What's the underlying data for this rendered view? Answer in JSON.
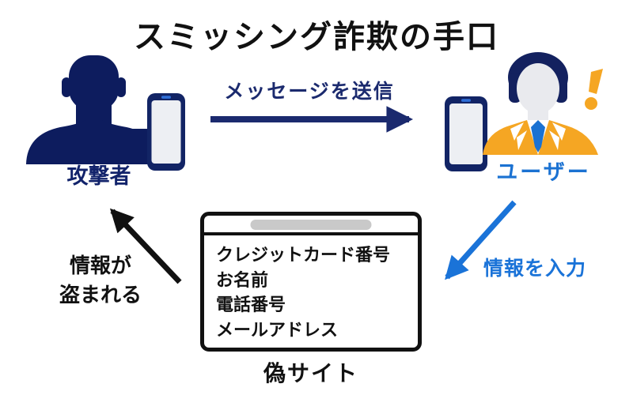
{
  "title": "スミッシング詐欺の手口",
  "colors": {
    "silhouette_navy": "#0d1c5e",
    "arrow_navy": "#1b2a6e",
    "accent_blue": "#1a73d8",
    "suit_orange": "#f5a623",
    "face_gray": "#e9eaee",
    "phone_screen": "#edeff3",
    "arrow_black": "#111111",
    "address_pill_gray": "#c9c9c9"
  },
  "attacker": {
    "label": "攻撃者"
  },
  "user": {
    "label": "ユーザー"
  },
  "flow": {
    "send_message": "メッセージを送信",
    "enter_info": "情報を入力",
    "info_stolen_line1": "情報が",
    "info_stolen_line2": "盗まれる"
  },
  "fake_site": {
    "label": "偽サイト",
    "fields": [
      "クレジットカード番号",
      "お名前",
      "電話番号",
      "メールアドレス"
    ]
  }
}
